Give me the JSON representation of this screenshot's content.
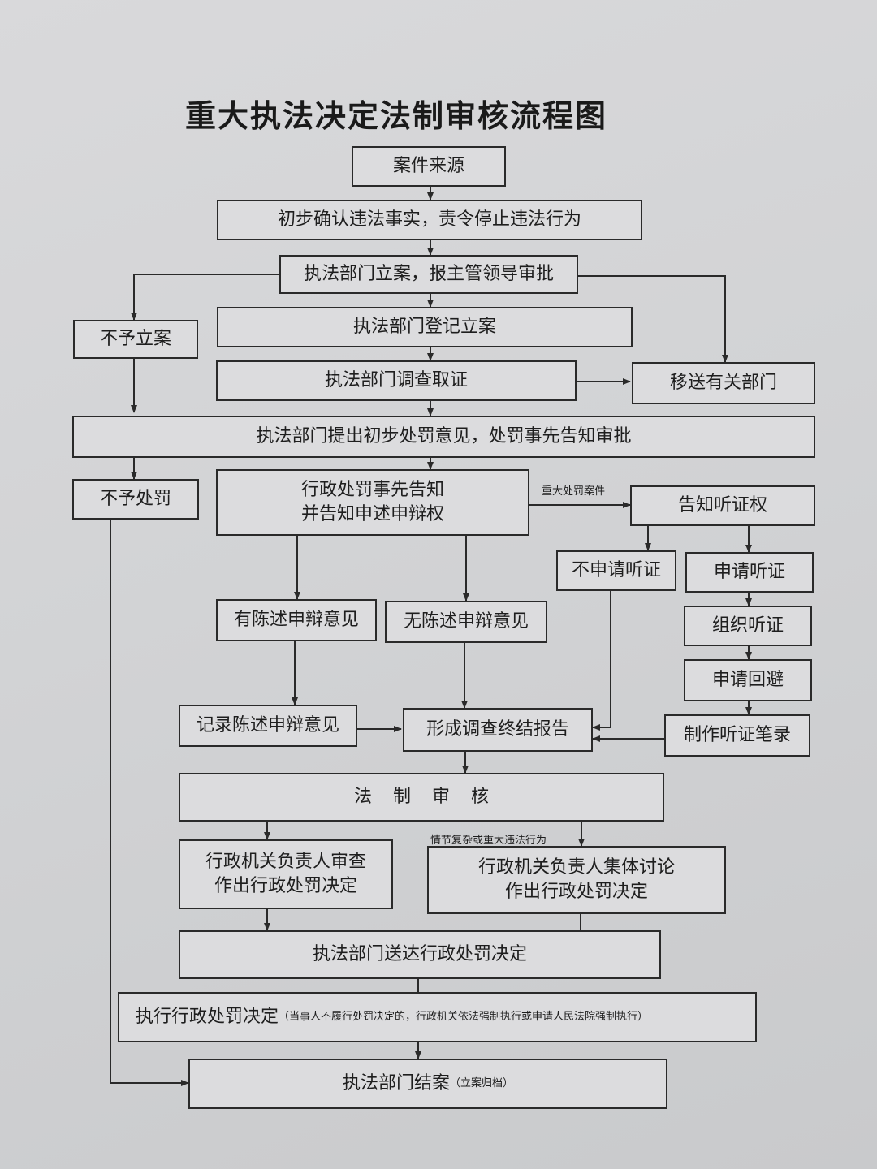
{
  "title": "重大执法决定法制审核流程图",
  "nodes": {
    "case_source": "案件来源",
    "confirm_facts": "初步确认违法事实，责令停止违法行为",
    "file_report": "执法部门立案，报主管领导审批",
    "no_filing": "不予立案",
    "register_case": "执法部门登记立案",
    "investigate": "执法部门调查取证",
    "transfer": "移送有关部门",
    "preliminary_opinion": "执法部门提出初步处罚意见，处罚事先告知审批",
    "no_penalty": "不予处罚",
    "prior_notice_line1": "行政处罚事先告知",
    "prior_notice_line2": "并告知申述申辩权",
    "hearing_right": "告知听证权",
    "no_hearing_request": "不申请听证",
    "hearing_request": "申请听证",
    "has_statement": "有陈述申辩意见",
    "no_statement": "无陈述申辩意见",
    "organize_hearing": "组织听证",
    "apply_recusal": "申请回避",
    "record_statement": "记录陈述申辩意见",
    "final_report": "形成调查终结报告",
    "hearing_record": "制作听证笔录",
    "legal_review": "法制审核",
    "head_review_line1": "行政机关负责人审查",
    "head_review_line2": "作出行政处罚决定",
    "collective_line1": "行政机关负责人集体讨论",
    "collective_line2": "作出行政处罚决定",
    "deliver_decision": "执法部门送达行政处罚决定",
    "execute_decision": "执行行政处罚决定",
    "execute_note": "（当事人不履行处罚决定的，行政机关依法强制执行或申请人民法院强制执行）",
    "close_case": "执法部门结案",
    "close_note": "（立案归档）"
  },
  "edge_labels": {
    "major_case": "重大处罚案件",
    "complex_case": "情节复杂或重大违法行为"
  },
  "colors": {
    "line": "#2a2a2a",
    "box_fill": "#dcdcde",
    "paper": "#d4d5d7"
  }
}
